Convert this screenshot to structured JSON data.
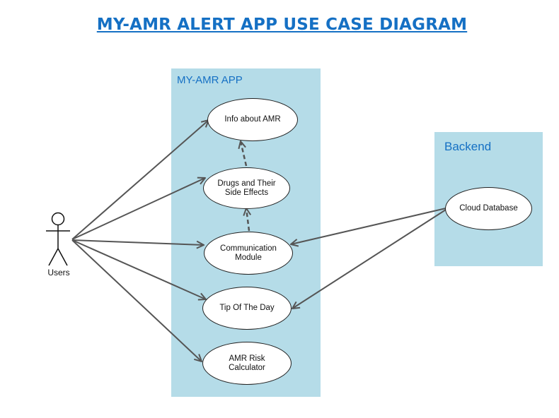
{
  "title": "MY-AMR ALERT APP USE CASE DIAGRAM",
  "boundaries": {
    "app": "MY-AMR APP",
    "backend": "Backend"
  },
  "actor": {
    "label": "Users"
  },
  "use_cases": {
    "info": "Info about AMR",
    "drugs": "Drugs and Their\nSide Effects",
    "communication": "Communication\nModule",
    "tip": "Tip Of The Day",
    "risk": "AMR Risk\nCalculator",
    "cloud": "Cloud Database"
  },
  "colors": {
    "title": "#1570c4",
    "boundary_fill": "#b5dce8",
    "boundary_label": "#1570c4",
    "line": "#555555"
  }
}
